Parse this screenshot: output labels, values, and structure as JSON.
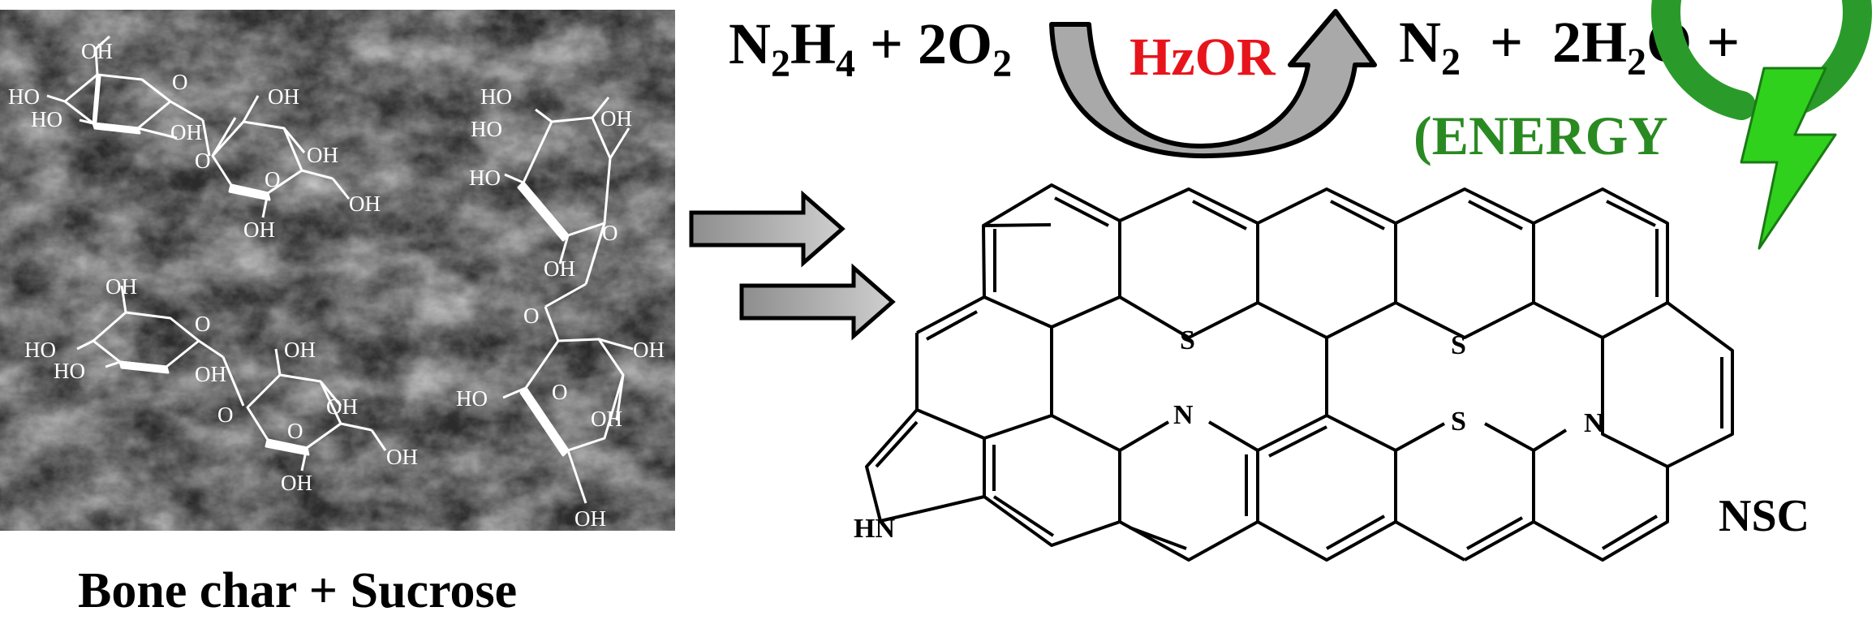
{
  "colors": {
    "hzor": "#e8141c",
    "energy_text": "#2a8a22",
    "bolt_fill": "#2fd11c",
    "ring": "#2a9b2a",
    "arrow_fill": "#a9a9a9",
    "photo_dark": "#2b2b2b"
  },
  "reaction": {
    "reactants": {
      "n": "N",
      "n_sub": "2",
      "h": "H",
      "h_sub": "4",
      "plus": " + ",
      "coef": "2",
      "o": "O",
      "o_sub": "2"
    },
    "catalyst": "HzOR",
    "products": {
      "n": "N",
      "n_sub": "2",
      "plus1": "  +  ",
      "coef": "2",
      "h": "H",
      "h_sub": "2",
      "o": "O",
      "plus2": " +"
    },
    "energy": "(ENERGY"
  },
  "left_panel": {
    "caption": "Bone char + Sucrose",
    "atom_oh": "OH",
    "atom_ho": "HO",
    "atom_o": "O"
  },
  "product": {
    "label": "NSC",
    "atom_s": "S",
    "atom_n": "N",
    "atom_hn": "HN"
  },
  "icons": [
    "flow-arrow-icon",
    "curved-arrow-icon",
    "lightning-bolt-icon",
    "power-ring-icon"
  ]
}
